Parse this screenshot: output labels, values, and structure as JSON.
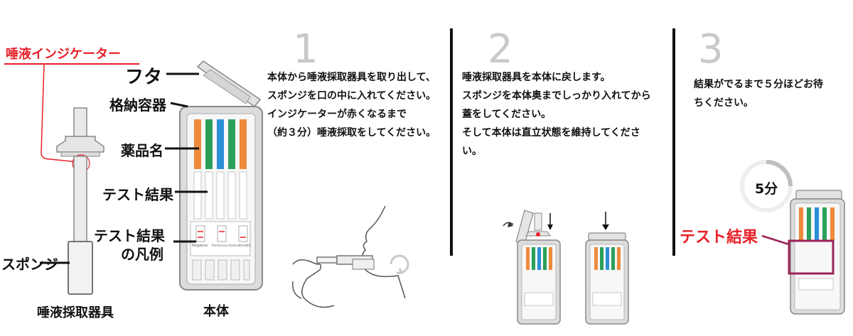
{
  "colors": {
    "red_label": "#e8202a",
    "stripe_orange": "#ee8a3c",
    "stripe_green": "#2aa05a",
    "stripe_blue": "#2b8fd6",
    "result_box": "#9b2457",
    "timer_arc": "#bfbfbf"
  },
  "labels": {
    "indicator": "唾液インジケーター",
    "lid": "フタ",
    "container": "格納容器",
    "drug_name": "薬品名",
    "test_result": "テスト結果",
    "legend_line1": "テスト結果",
    "legend_line2": "の凡例",
    "sponge": "スポンジ",
    "collector_caption": "唾液採取器具",
    "body_caption": "本体",
    "timer": "5分",
    "result_red": "テスト結果"
  },
  "legend_mini": [
    "Negative",
    "Preliminary Positive",
    "Invalid"
  ],
  "steps": [
    {
      "number": "1",
      "lines": [
        "本体から唾液採取器具を取り出して、",
        "スポンジを口の中に入れてください。",
        "インジケーターが赤くなるまで",
        "（約３分）唾液採取をしてください。"
      ]
    },
    {
      "number": "2",
      "lines": [
        "唾液採取器具を本体に戻します。",
        "スポンジを本体奥までしっかり入れてから",
        "蓋をしてください。",
        "そして本体は直立状態を維持してくださ",
        "い。"
      ]
    },
    {
      "number": "3",
      "lines": [
        "結果がでるまで５分ほどお待",
        "ちください。"
      ]
    }
  ]
}
